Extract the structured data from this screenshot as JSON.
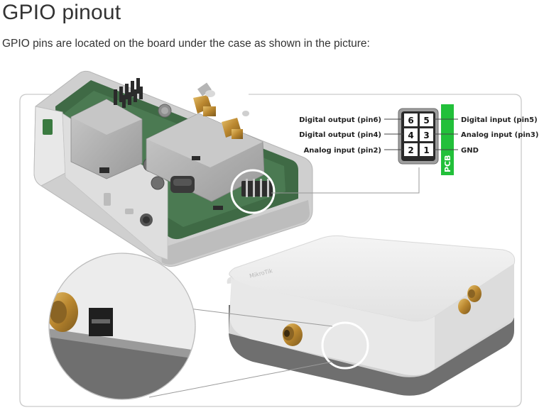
{
  "page": {
    "title": "GPIO pinout",
    "intro": "GPIO pins are located on the board under the case as shown in the picture:"
  },
  "diagram": {
    "pcb_label": "PCB",
    "pins": [
      {
        "number": "6",
        "label": "Digital output (pin6)"
      },
      {
        "number": "5",
        "label": "Digital input (pin5)"
      },
      {
        "number": "4",
        "label": "Digital output (pin4)"
      },
      {
        "number": "3",
        "label": "Analog input (pin3)"
      },
      {
        "number": "2",
        "label": "Analog input (pin2)"
      },
      {
        "number": "1",
        "label": "GND"
      }
    ],
    "device_logo": "MikroTik",
    "colors": {
      "pcb_green": "#22c03a",
      "board_green": "#3f6a45",
      "case_white": "#eaeaea",
      "case_gray": "#7a7a7a",
      "connector_gold": "#c89a3a"
    }
  }
}
